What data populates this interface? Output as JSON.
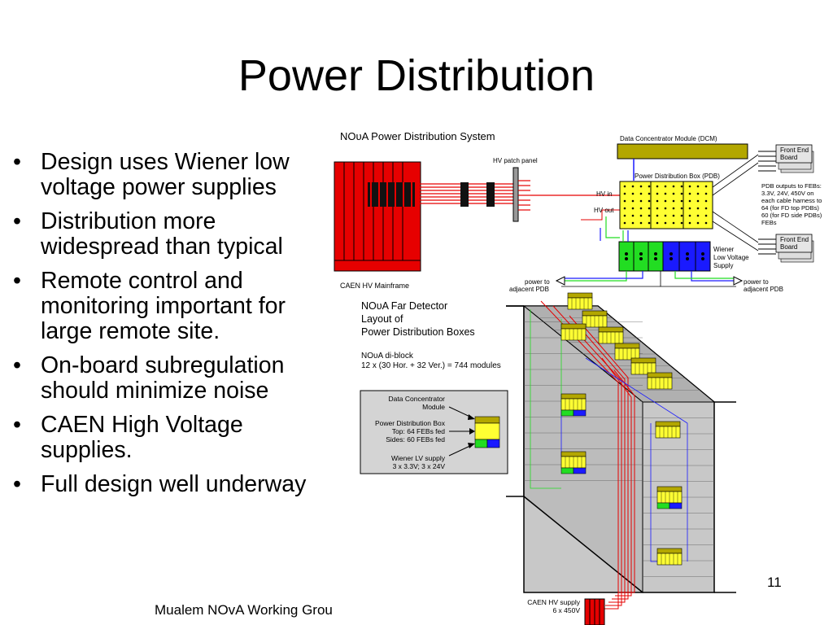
{
  "slide": {
    "title": "Power Distribution",
    "bullets": [
      "Design uses Wiener low voltage power supplies",
      "Distribution more widespread than typical",
      "Remote control and monitoring important for large remote site.",
      "On-board subregulation should minimize noise",
      "CAEN High Voltage supplies.",
      "Full design well underway"
    ],
    "footer": "Mualem NOvA Working Grou",
    "page_number": "11"
  },
  "system_diagram": {
    "title": "NOυA Power Distribution System",
    "hv_patch_panel": "HV patch panel",
    "caen_mainframe": "CAEN HV Mainframe",
    "dcm": "Data Concentrator Module (DCM)",
    "pdb": "Power Distribution Box (PDB)",
    "hv_in": "HV in",
    "hv_out": "HV out",
    "front_end_board_1": "Front End",
    "front_end_board_2": "Board",
    "pdb_outputs": [
      "PDB outputs to FEBs:",
      "3.3V, 24V, 450V on",
      "each cable harness to",
      "64 (for FD top PDBs)",
      "60 (for FD side PDBs)",
      "FEBs"
    ],
    "wiener_lv": [
      "Wiener",
      "Low Voltage",
      "Supply"
    ],
    "power_left": [
      "power to",
      "adjacent  PDB"
    ],
    "power_right": [
      "power to",
      "adjacent PDB"
    ]
  },
  "far_detector": {
    "title_lines": [
      "NOυA Far Detector",
      "Layout of",
      "Power Distribution Boxes"
    ],
    "diblock_lines": [
      "NOυA di-block",
      "12 x (30 Hor. + 32 Ver.) = 744 modules"
    ],
    "legend": {
      "dcm": [
        "Data Concentrator",
        "Module"
      ],
      "pdb": [
        "Power Distribution Box",
        "Top: 64 FEBs fed",
        "Sides: 60 FEBs fed"
      ],
      "wiener": [
        "Wiener LV supply",
        "3 x 3.3V; 3 x 24V"
      ]
    },
    "caen_supply": [
      "CAEN HV supply",
      "6 x 450V"
    ]
  },
  "colors": {
    "hv_red": "#e60000",
    "pdb_yellow": "#ffff33",
    "lv_green": "#22dd22",
    "lv_blue": "#1a1aff",
    "dcm_olive": "#b3a700",
    "detector_gray": "#c8c8c8",
    "legend_gray": "#d4d4d4"
  }
}
